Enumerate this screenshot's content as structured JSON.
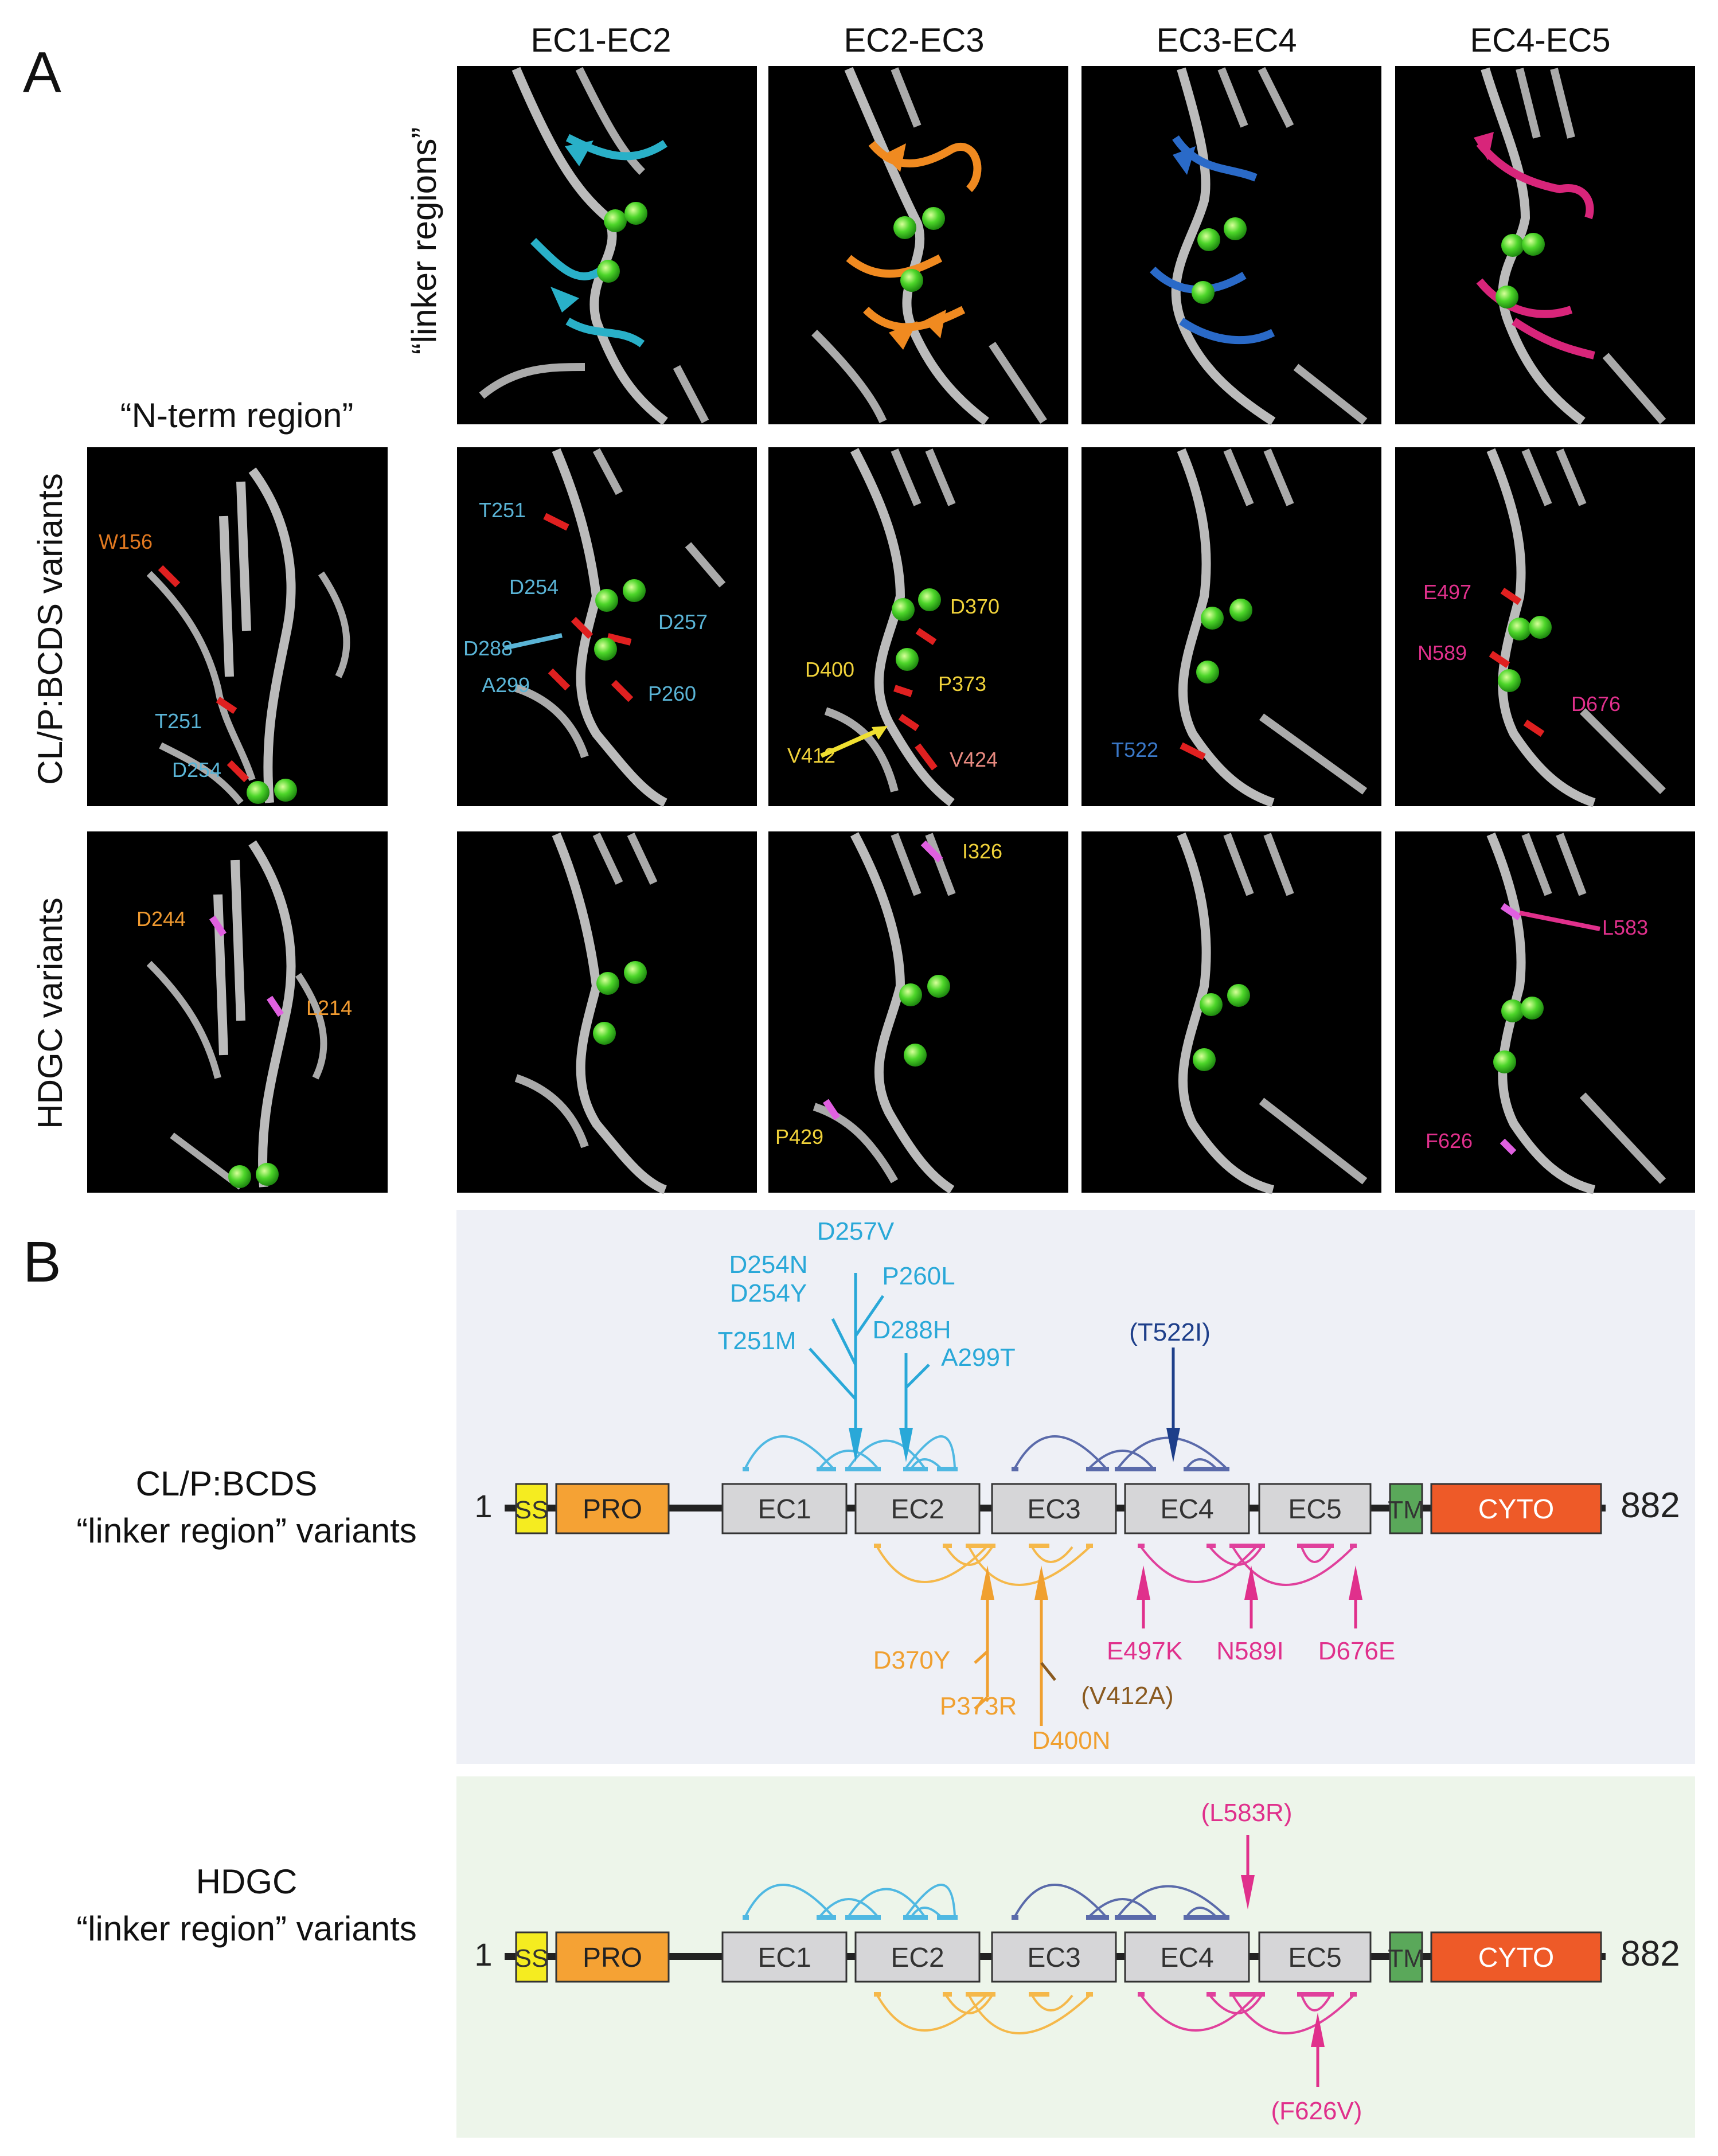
{
  "panel_a": {
    "letter": "A",
    "columns": [
      "EC1-EC2",
      "EC2-EC3",
      "EC3-EC4",
      "EC4-EC5"
    ],
    "row_labels": {
      "linker": "“linker regions”",
      "nterm": "“N-term region”",
      "clp": "CL/P:BCDS variants",
      "hdgc": "HDGC variants"
    },
    "labels": {
      "nterm_clp": [
        {
          "text": "W156",
          "color": "#e07820"
        },
        {
          "text": "T251",
          "color": "#5ab4d6"
        },
        {
          "text": "D254",
          "color": "#5ab4d6"
        }
      ],
      "nterm_hdgc": [
        {
          "text": "D244",
          "color": "#f09a30"
        },
        {
          "text": "L214",
          "color": "#f09a30"
        }
      ],
      "ec12_clp": [
        {
          "text": "T251",
          "color": "#5ab4d6"
        },
        {
          "text": "D254",
          "color": "#5ab4d6"
        },
        {
          "text": "D257",
          "color": "#5ab4d6"
        },
        {
          "text": "D288",
          "color": "#5ab4d6"
        },
        {
          "text": "A299",
          "color": "#5ab4d6"
        },
        {
          "text": "P260",
          "color": "#5ab4d6"
        }
      ],
      "ec23_clp": [
        {
          "text": "D370",
          "color": "#f0d23a"
        },
        {
          "text": "D400",
          "color": "#f0d23a"
        },
        {
          "text": "P373",
          "color": "#f0d23a"
        },
        {
          "text": "V412",
          "color": "#f0d23a"
        },
        {
          "text": "V424",
          "color": "#e88a80"
        }
      ],
      "ec34_clp": [
        {
          "text": "T522",
          "color": "#3a78c8"
        }
      ],
      "ec45_clp": [
        {
          "text": "E497",
          "color": "#e0308c"
        },
        {
          "text": "N589",
          "color": "#e0308c"
        },
        {
          "text": "D676",
          "color": "#e0308c"
        }
      ],
      "ec23_hdgc": [
        {
          "text": "I326",
          "color": "#f0d23a"
        },
        {
          "text": "P429",
          "color": "#f0d23a"
        }
      ],
      "ec45_hdgc": [
        {
          "text": "L583",
          "color": "#e0308c"
        },
        {
          "text": "F626",
          "color": "#e0308c"
        }
      ]
    }
  },
  "panel_b": {
    "letter": "B",
    "domains": [
      "SS",
      "PRO",
      "EC1",
      "EC2",
      "EC3",
      "EC4",
      "EC5",
      "TM",
      "CYTO"
    ],
    "start": "1",
    "end": "882",
    "clp": {
      "title_line1": "CL/P:BCDS",
      "title_line2": "“linker region” variants",
      "variants": [
        {
          "text": "D257V",
          "color": "#29a8d8"
        },
        {
          "text": "D254N",
          "color": "#29a8d8"
        },
        {
          "text": "D254Y",
          "color": "#29a8d8"
        },
        {
          "text": "P260L",
          "color": "#29a8d8"
        },
        {
          "text": "T251M",
          "color": "#29a8d8"
        },
        {
          "text": "D288H",
          "color": "#29a8d8"
        },
        {
          "text": "A299T",
          "color": "#29a8d8"
        },
        {
          "text": "(T522I)",
          "color": "#1e3f8a"
        },
        {
          "text": "D370Y",
          "color": "#f0a030"
        },
        {
          "text": "P373R",
          "color": "#f0a030"
        },
        {
          "text": "D400N",
          "color": "#f0a030"
        },
        {
          "text": "(V412A)",
          "color": "#8a5a20"
        },
        {
          "text": "E497K",
          "color": "#e0308c"
        },
        {
          "text": "N589I",
          "color": "#e0308c"
        },
        {
          "text": "D676E",
          "color": "#e0308c"
        }
      ]
    },
    "hdgc": {
      "title_line1": "HDGC",
      "title_line2": "“linker region” variants",
      "variants": [
        {
          "text": "(L583R)",
          "color": "#e0308c"
        },
        {
          "text": "(F626V)",
          "color": "#e0308c"
        }
      ]
    }
  }
}
